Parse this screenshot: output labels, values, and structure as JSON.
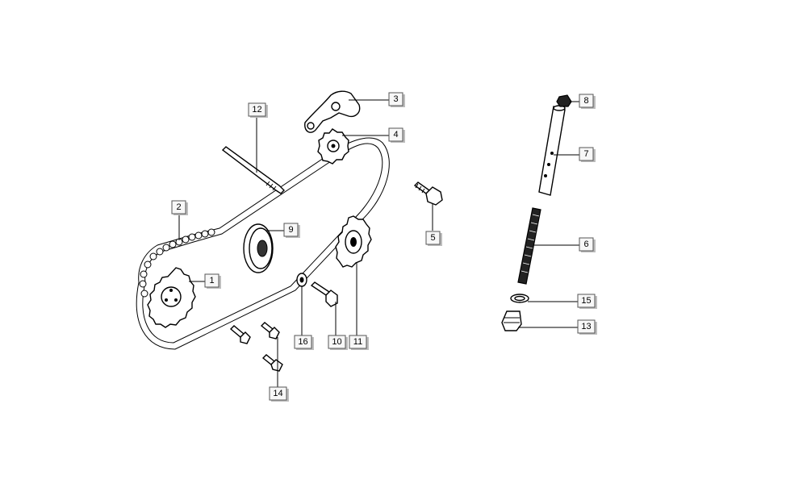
{
  "callouts": [
    {
      "id": "c1",
      "number": "1"
    },
    {
      "id": "c2",
      "number": "2"
    },
    {
      "id": "c3",
      "number": "3"
    },
    {
      "id": "c4",
      "number": "4"
    },
    {
      "id": "c5",
      "number": "5"
    },
    {
      "id": "c6",
      "number": "6"
    },
    {
      "id": "c7",
      "number": "7"
    },
    {
      "id": "c8",
      "number": "8"
    },
    {
      "id": "c9",
      "number": "9"
    },
    {
      "id": "c10",
      "number": "10"
    },
    {
      "id": "c11",
      "number": "11"
    },
    {
      "id": "c12",
      "number": "12"
    },
    {
      "id": "c13",
      "number": "13"
    },
    {
      "id": "c14",
      "number": "14"
    },
    {
      "id": "c15",
      "number": "15"
    },
    {
      "id": "c16",
      "number": "16"
    }
  ],
  "colors": {
    "line": "#000000",
    "label_fill": "#f7f7f7",
    "label_border": "#555555",
    "background": "#ffffff"
  }
}
